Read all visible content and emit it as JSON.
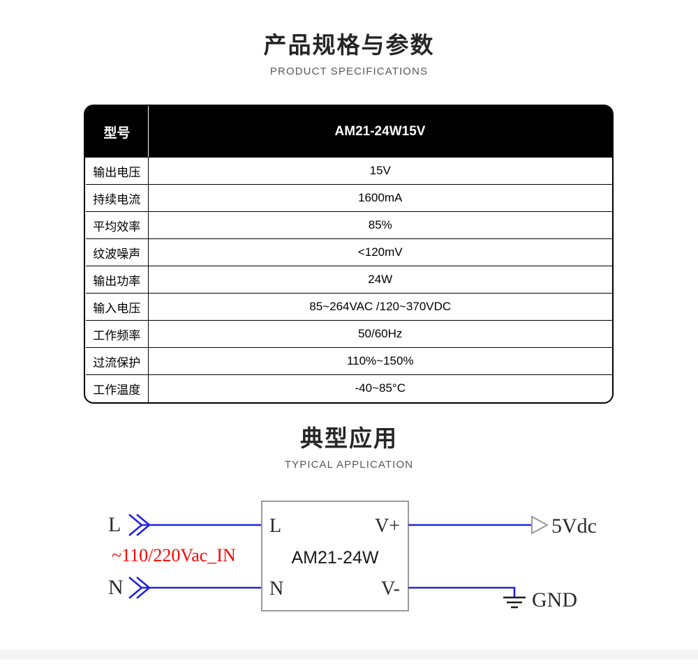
{
  "specs_section": {
    "title_cn": "产品规格与参数",
    "title_en": "PRODUCT SPECIFICATIONS",
    "table": {
      "header": {
        "label": "型号",
        "value": "AM21-24W15V"
      },
      "rows": [
        {
          "label": "输出电压",
          "value": "15V"
        },
        {
          "label": "持续电流",
          "value": "1600mA"
        },
        {
          "label": "平均效率",
          "value": "85%"
        },
        {
          "label": "纹波噪声",
          "value": "<120mV"
        },
        {
          "label": "输出功率",
          "value": "24W"
        },
        {
          "label": "输入电压",
          "value": "85~264VAC /120~370VDC"
        },
        {
          "label": "工作频率",
          "value": "50/60Hz"
        },
        {
          "label": "过流保护",
          "value": "110%~150%"
        },
        {
          "label": "工作温度",
          "value": "-40~85°C"
        }
      ]
    }
  },
  "application_section": {
    "title_cn": "典型应用",
    "title_en": "TYPICAL APPLICATION",
    "diagram": {
      "input_terminal_l": "L",
      "input_terminal_n": "N",
      "input_label": "~110/220Vac_IN",
      "module_pin_l": "L",
      "module_pin_n": "N",
      "module_name": "AM21-24W",
      "module_pin_vplus": "V+",
      "module_pin_vminus": "V-",
      "output_label": "5Vdc",
      "ground_label": "GND"
    }
  },
  "colors": {
    "wire": "#2222dd",
    "input_label": "#ff0000",
    "box_border": "#9a9a9a",
    "header_bg": "#000000"
  }
}
